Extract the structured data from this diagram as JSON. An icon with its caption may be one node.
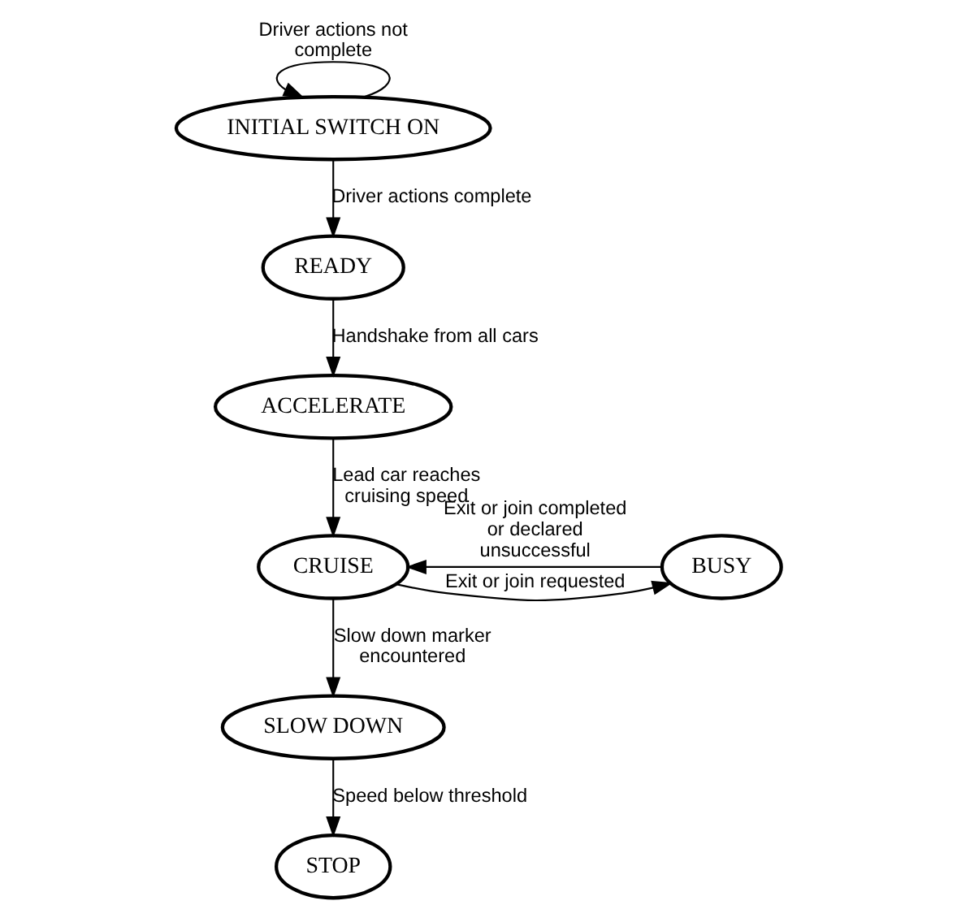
{
  "diagram": {
    "nodes": [
      {
        "text": [
          "INITIAL SWITCH ON"
        ]
      },
      {
        "text": [
          "READY"
        ]
      },
      {
        "text": [
          "ACCELERATE"
        ]
      },
      {
        "text": [
          "CRUISE"
        ]
      },
      {
        "text": [
          "BUSY"
        ]
      },
      {
        "text": [
          "SLOW DOWN"
        ]
      },
      {
        "text": [
          "STOP"
        ]
      }
    ],
    "edges": [
      {
        "from": 0,
        "to": 0,
        "arrow": "to",
        "label": "Driver actions not complete"
      },
      {
        "from": 0,
        "to": 1,
        "arrow": "to",
        "label": "Driver actions complete"
      },
      {
        "from": 1,
        "to": 2,
        "arrow": "to",
        "label": "Handshake from all cars"
      },
      {
        "from": 2,
        "to": 3,
        "arrow": "to",
        "label": "Lead car reaches cruising speed"
      },
      {
        "from": 3,
        "to": 4,
        "arrow": "to",
        "label": "Exit or join requested"
      },
      {
        "from": 4,
        "to": 3,
        "arrow": "to",
        "label": "Exit or join completed or declared unsuccessful"
      },
      {
        "from": 3,
        "to": 5,
        "arrow": "to",
        "label": "Slow down marker encountered"
      },
      {
        "from": 5,
        "to": 6,
        "arrow": "to",
        "label": "Speed below threshold"
      }
    ]
  }
}
